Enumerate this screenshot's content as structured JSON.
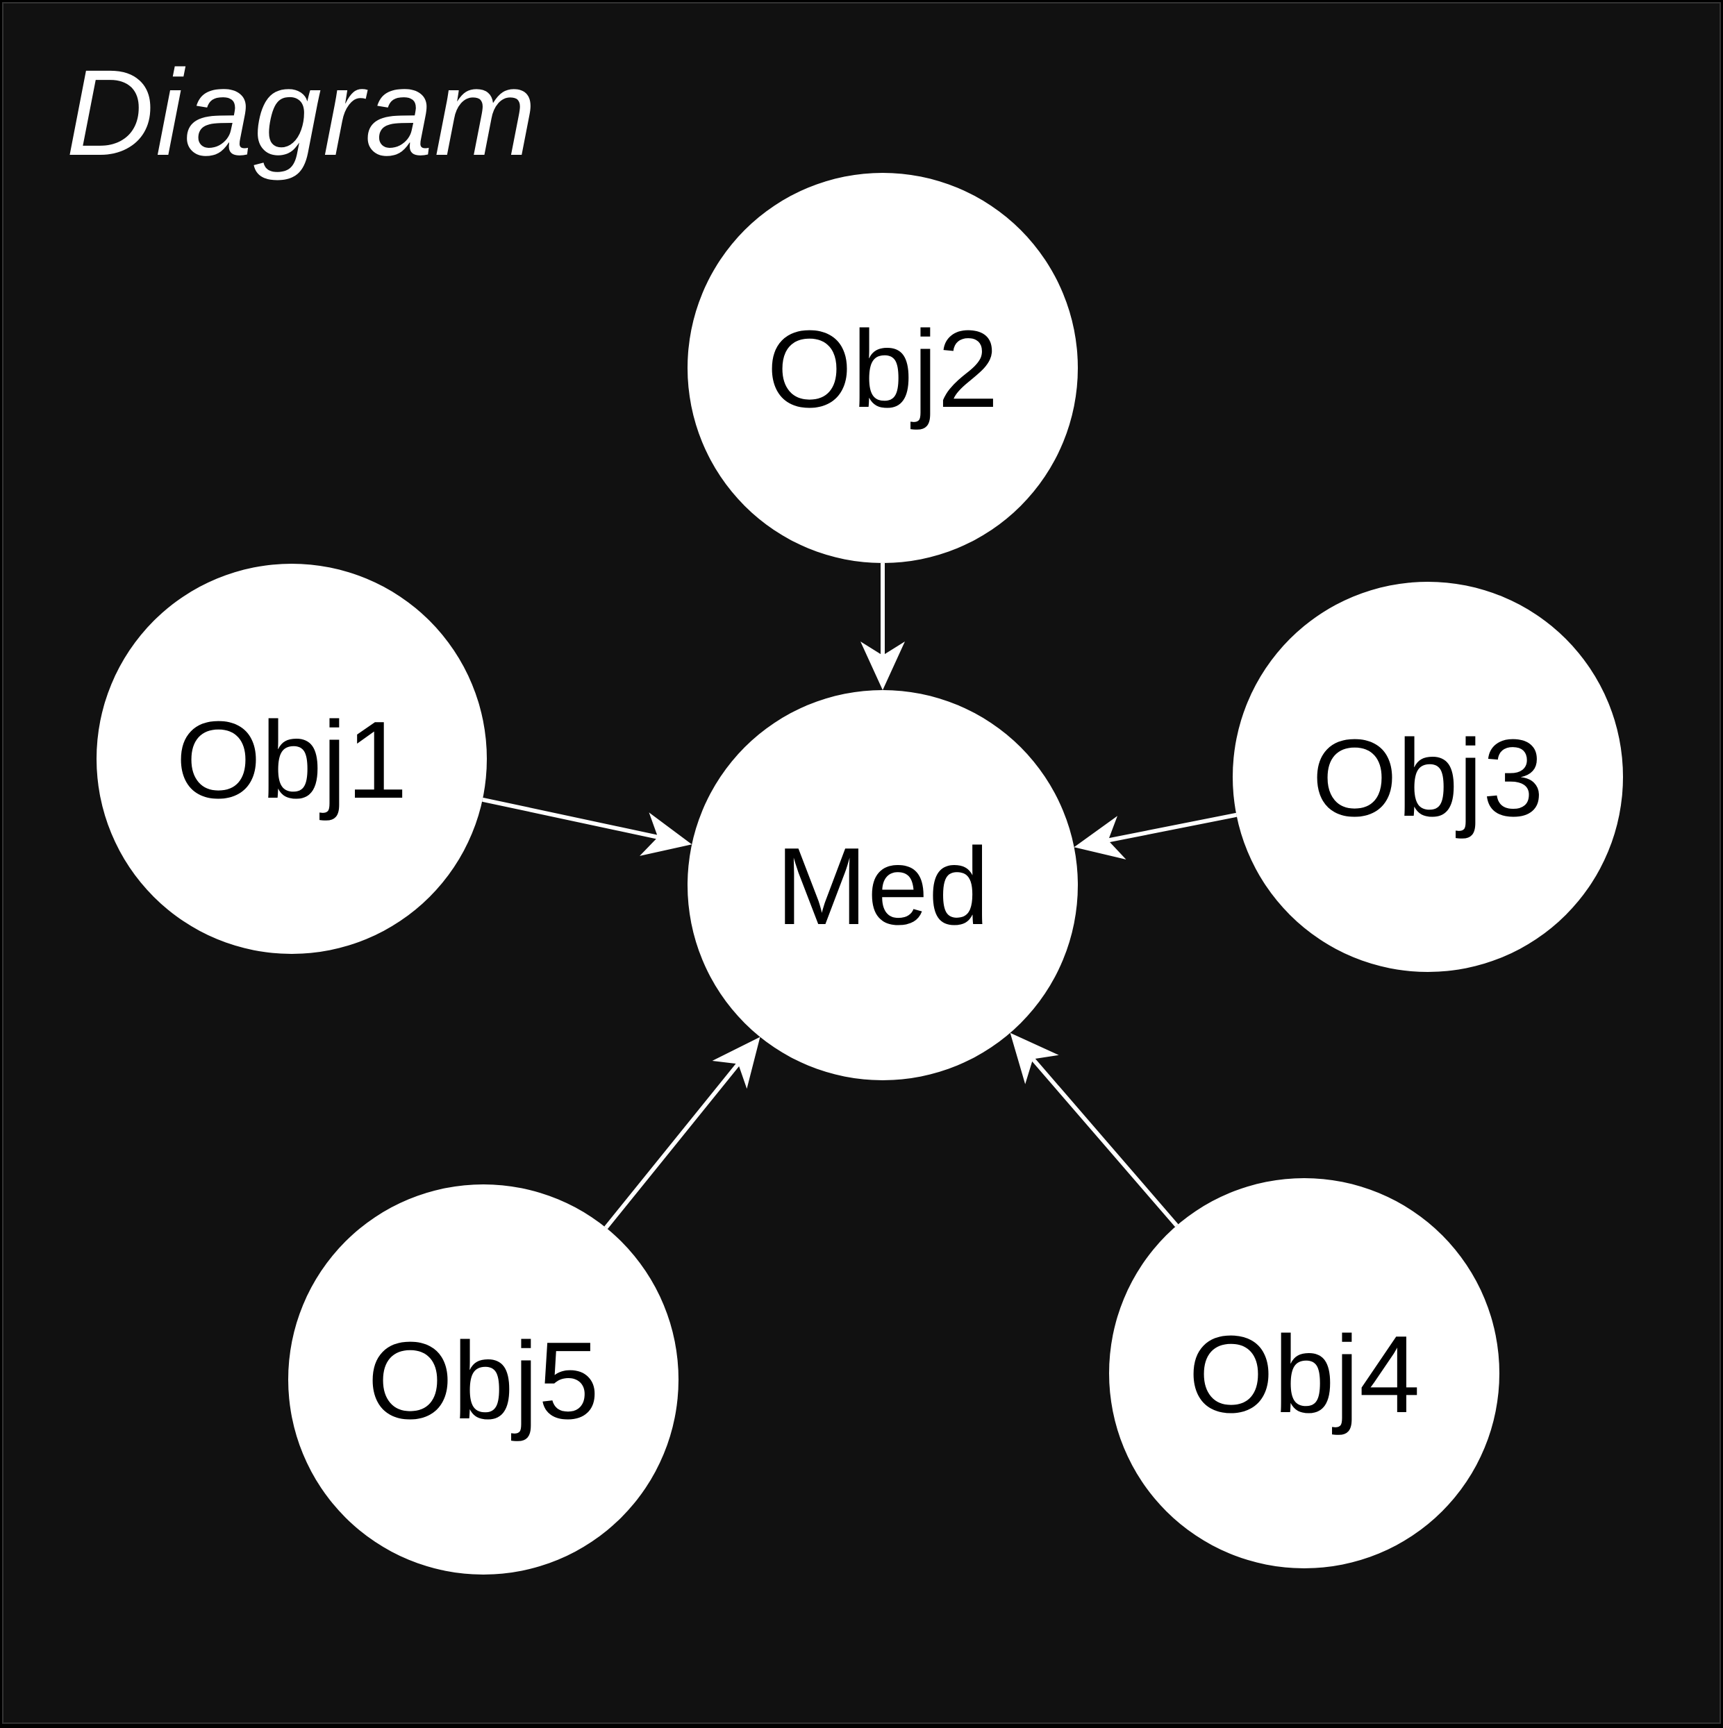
{
  "title": "Diagram",
  "colors": {
    "background": "#111111",
    "node_fill": "#ffffff",
    "node_text": "#000000",
    "edge": "#ffffff"
  },
  "nodes": [
    {
      "id": "med",
      "label": "Med"
    },
    {
      "id": "obj1",
      "label": "Obj1"
    },
    {
      "id": "obj2",
      "label": "Obj2"
    },
    {
      "id": "obj3",
      "label": "Obj3"
    },
    {
      "id": "obj4",
      "label": "Obj4"
    },
    {
      "id": "obj5",
      "label": "Obj5"
    }
  ],
  "edges": [
    {
      "from": "obj1",
      "to": "med"
    },
    {
      "from": "obj2",
      "to": "med"
    },
    {
      "from": "obj3",
      "to": "med"
    },
    {
      "from": "obj4",
      "to": "med"
    },
    {
      "from": "obj5",
      "to": "med"
    }
  ]
}
